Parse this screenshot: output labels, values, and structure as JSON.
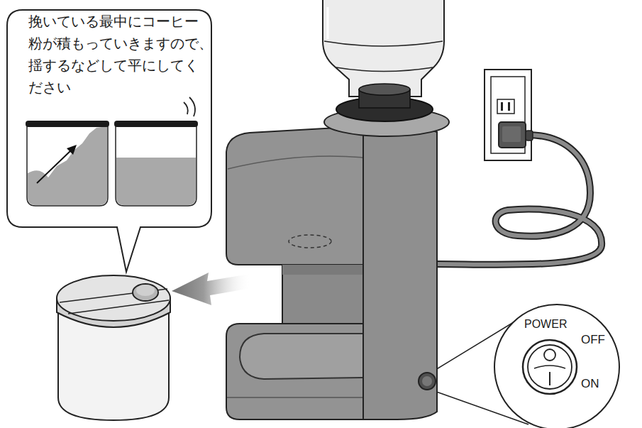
{
  "diagram": {
    "nodes": [
      {
        "text": [
          "挽いている最中にコーヒー 粉が積もっていきますので、 揺するなどして平にしてく ださい"
        ]
      },
      {
        "text": [
          "POWER",
          "OFF",
          "ON"
        ]
      }
    ]
  }
}
